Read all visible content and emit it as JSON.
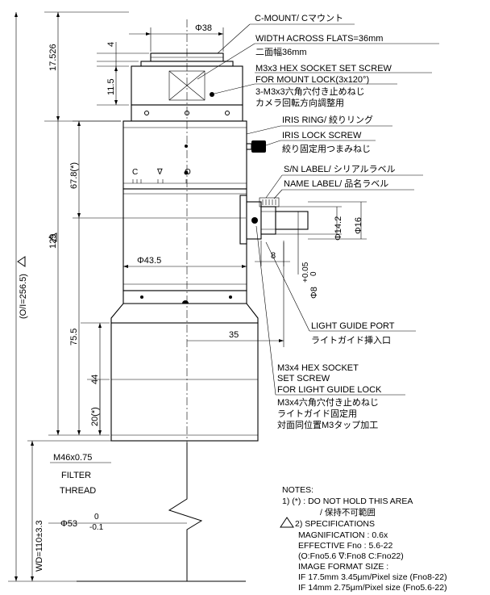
{
  "labels": {
    "c_mount": "C-MOUNT/ Cマウント",
    "width_flats": "WIDTH ACROSS FLATS=36mm",
    "width_flats_jp": "二面幅36mm",
    "m3_set_screw_1": "M3x3 HEX SOCKET SET SCREW",
    "m3_set_screw_2": "FOR MOUNT LOCK(3x120°)",
    "m3_set_screw_jp1": "3-M3x3六角穴付き止めねじ",
    "m3_set_screw_jp2": "カメラ回転方向調整用",
    "iris_ring": "IRIS RING/ 絞りリング",
    "iris_lock": "IRIS LOCK SCREW",
    "iris_lock_jp": "絞り固定用つまみねじ",
    "sn_label": "S/N LABEL/ シリアルラベル",
    "name_label": "NAME LABEL/ 品名ラベル",
    "light_guide_port": "LIGHT GUIDE PORT",
    "light_guide_port_jp": "ライトガイド挿入口",
    "lg_lock_1": "M3x4 HEX SOCKET",
    "lg_lock_2": "SET SCREW",
    "lg_lock_3": "FOR LIGHT GUIDE LOCK",
    "lg_lock_jp1": "M3x4六角穴付き止めねじ",
    "lg_lock_jp2": "ライトガイド固定用",
    "lg_lock_jp3": "対面同位置M3タップ加工",
    "filter_1": "M46x0.75",
    "filter_2": "FILTER",
    "filter_3": "THREAD",
    "iris_marks": "C ∇ O"
  },
  "dimensions": {
    "d38": "Φ38",
    "h4": "4",
    "h11_5": "11.5",
    "h17_526": "17.526",
    "h67_8": "67.8(*)",
    "h129": "129",
    "oi": "(O/I=256.5)",
    "d43_5": "Φ43.5",
    "w8": "8",
    "d8": "Φ8",
    "d8_tol_upper": "+0.05",
    "d8_tol_lower": "0",
    "d14_2": "Φ14.2",
    "d16": "Φ16",
    "h75_5": "75.5",
    "w35": "35",
    "h44": "44",
    "h20": "20(*)",
    "wd": "WD=110±3.3",
    "d53": "Φ53",
    "d53_tol_upper": "0",
    "d53_tol_lower": "-0.1"
  },
  "notes": {
    "title": "NOTES:",
    "n1": "1) (*) : DO NOT HOLD THIS AREA",
    "n1_jp": "/ 保持不可範囲",
    "n2": "2) SPECIFICATIONS",
    "magnification": "MAGNIFICATION : 0.6x",
    "fno": "EFFECTIVE Fno : 5.6-22",
    "fno_marks": "(O:Fno5.6  ∇:Fno8  C:Fno22)",
    "image_format": "IMAGE FORMAT SIZE :",
    "if1": "IF 17.5mm 3.45μm/Pixel size (Fno8-22)",
    "if2": "IF 14mm 2.75μm/Pixel size (Fno5.6-22)"
  },
  "symbols": {
    "revision_triangle": "1"
  }
}
